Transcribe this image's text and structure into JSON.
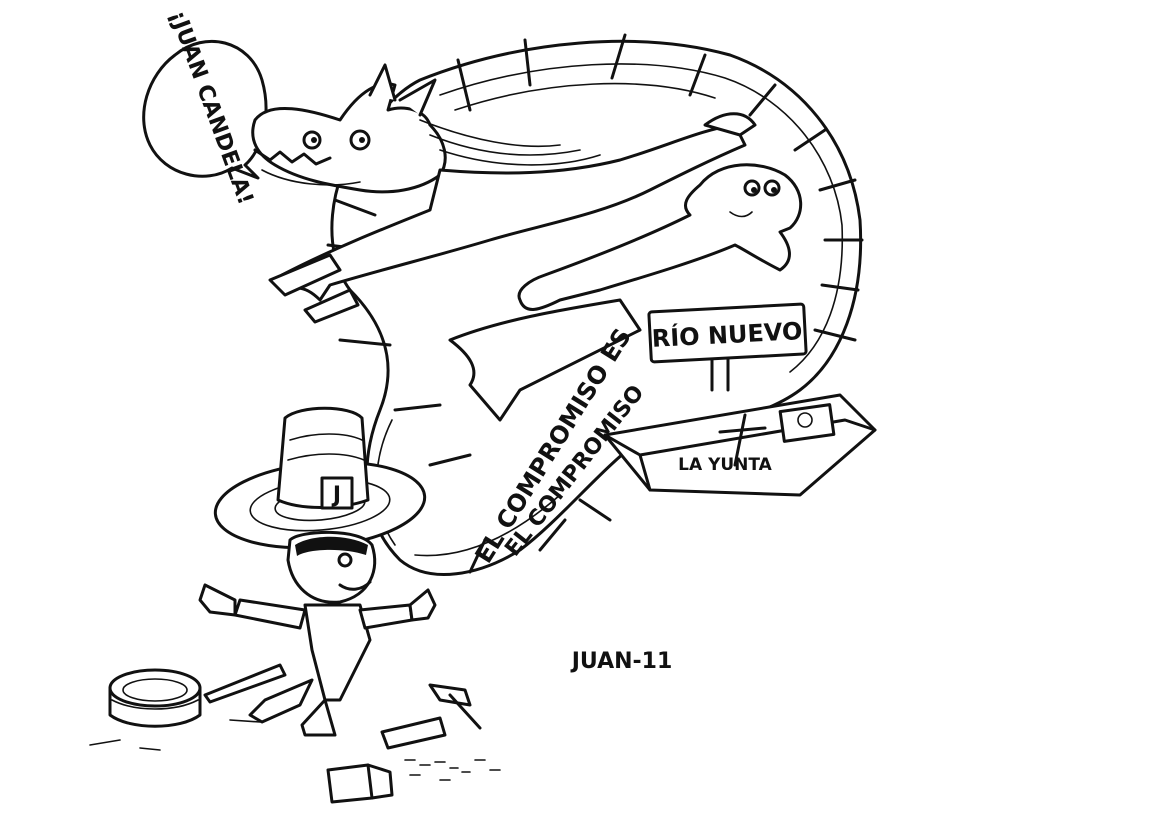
{
  "cartoon": {
    "speech_bubble": "¡JUAN CANDELA!",
    "sign_rio_nuevo": "RÍO NUEVO",
    "barrel_text_line1": "EL COMPROMISO ES",
    "barrel_text_line2": "EL COMPROMISO",
    "coffin_label": "LA YUNTA",
    "hat_letter": "J",
    "signature": "JUAN-11"
  },
  "colors": {
    "ink": "#111111",
    "paper": "#ffffff"
  }
}
